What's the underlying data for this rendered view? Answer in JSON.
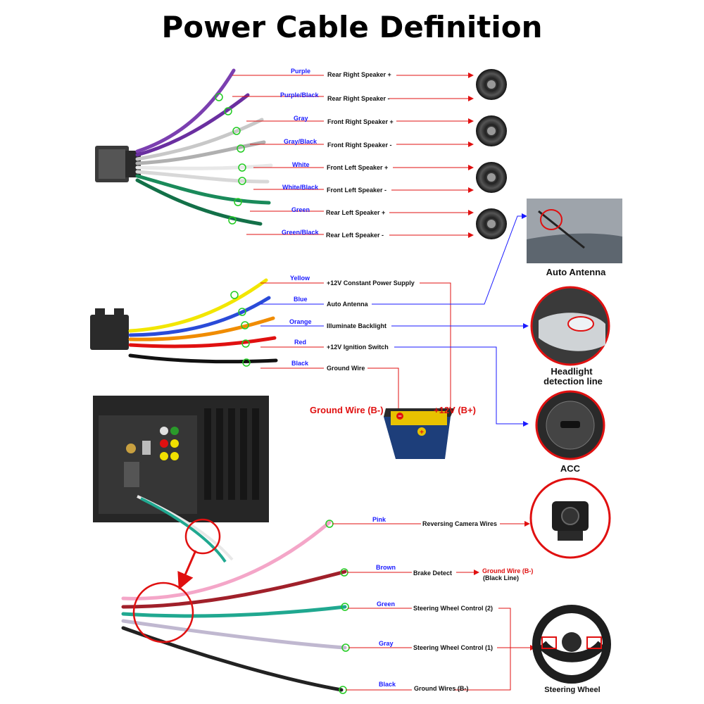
{
  "title": "Power Cable Definition",
  "speaker_wires": [
    {
      "color_name": "Purple",
      "function": "Rear Right Speaker +",
      "hex": "#7b3fb0"
    },
    {
      "color_name": "Purple/Black",
      "function": "Rear Right Speaker -",
      "hex": "#7b3fb0"
    },
    {
      "color_name": "Gray",
      "function": "Front Right Speaker +",
      "hex": "#c8c8c8"
    },
    {
      "color_name": "Gray/Black",
      "function": "Front Right Speaker -",
      "hex": "#c8c8c8"
    },
    {
      "color_name": "White",
      "function": "Front Left Speaker +",
      "hex": "#f2f2f2"
    },
    {
      "color_name": "White/Black",
      "function": "Front Left Speaker -",
      "hex": "#f2f2f2"
    },
    {
      "color_name": "Green",
      "function": "Rear Left Speaker +",
      "hex": "#1a8a5a"
    },
    {
      "color_name": "Green/Black",
      "function": "Rear Left Speaker -",
      "hex": "#1a8a5a"
    }
  ],
  "power_wires": [
    {
      "color_name": "Yellow",
      "function": "+12V Constant Power Supply",
      "hex": "#f2e600"
    },
    {
      "color_name": "Blue",
      "function": "Auto Antenna",
      "hex": "#2a4bd8"
    },
    {
      "color_name": "Orange",
      "function": "Illuminate Backlight",
      "hex": "#f08c00"
    },
    {
      "color_name": "Red",
      "function": "+12V  Ignition Switch",
      "hex": "#e01010"
    },
    {
      "color_name": "Black",
      "function": "Ground Wire",
      "hex": "#111111"
    }
  ],
  "battery": {
    "ground": "Ground Wire (B-)",
    "positive": "+12V  (B+)"
  },
  "captions": {
    "auto_antenna": "Auto Antenna",
    "headlight_1": "Headlight",
    "headlight_2": "detection line",
    "acc": "ACC",
    "steering_wheel": "Steering Wheel"
  },
  "extra_wires": [
    {
      "color_name": "Pink",
      "function": "Reversing Camera Wires",
      "hex": "#f4a6c8"
    },
    {
      "color_name": "Brown",
      "function": "Brake Detect",
      "hex": "#a0202a"
    },
    {
      "color_name": "Green",
      "function": "Steering Wheel Control (2)",
      "hex": "#20a890"
    },
    {
      "color_name": "Gray",
      "function": "Steering Wheel Control (1)",
      "hex": "#c0b8d0"
    },
    {
      "color_name": "Black",
      "function": "Ground Wires (B-)",
      "hex": "#222222"
    }
  ],
  "brake_note": {
    "line1": "Ground Wire (B-)",
    "line2": "(Black Line)"
  }
}
